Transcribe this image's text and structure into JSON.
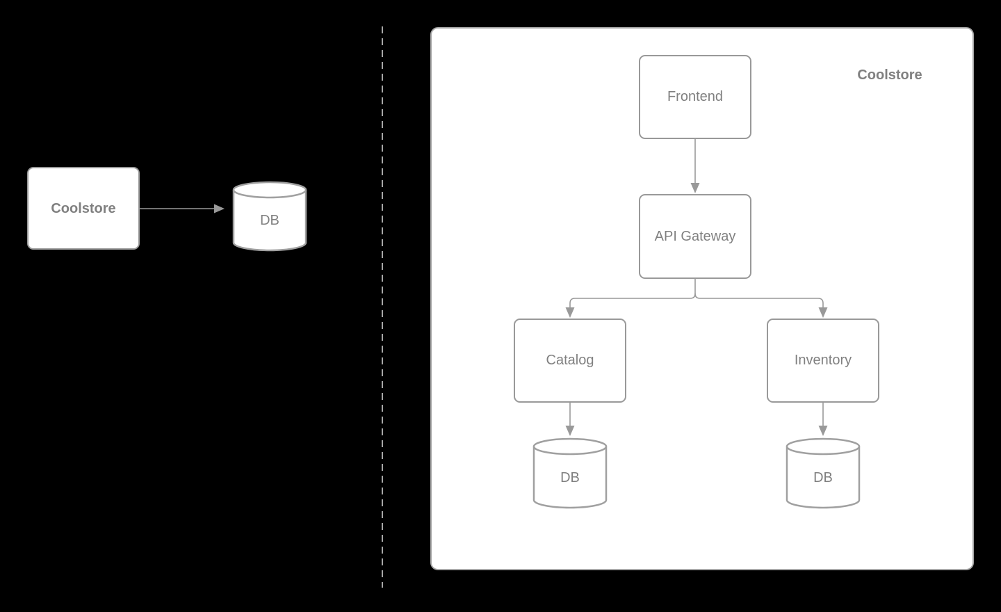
{
  "left_diagram": {
    "monolith_label": "Coolstore",
    "db_label": "DB"
  },
  "right_diagram": {
    "container_title": "Coolstore",
    "frontend_label": "Frontend",
    "api_gateway_label": "API Gateway",
    "catalog_label": "Catalog",
    "inventory_label": "Inventory",
    "catalog_db_label": "DB",
    "inventory_db_label": "DB"
  },
  "colors": {
    "background": "#000000",
    "shape_fill": "#ffffff",
    "shape_stroke": "#999999",
    "container_stroke": "#a6a6a6",
    "connector": "#999999",
    "label_text": "#808080",
    "divider": "#a6a6a6"
  }
}
